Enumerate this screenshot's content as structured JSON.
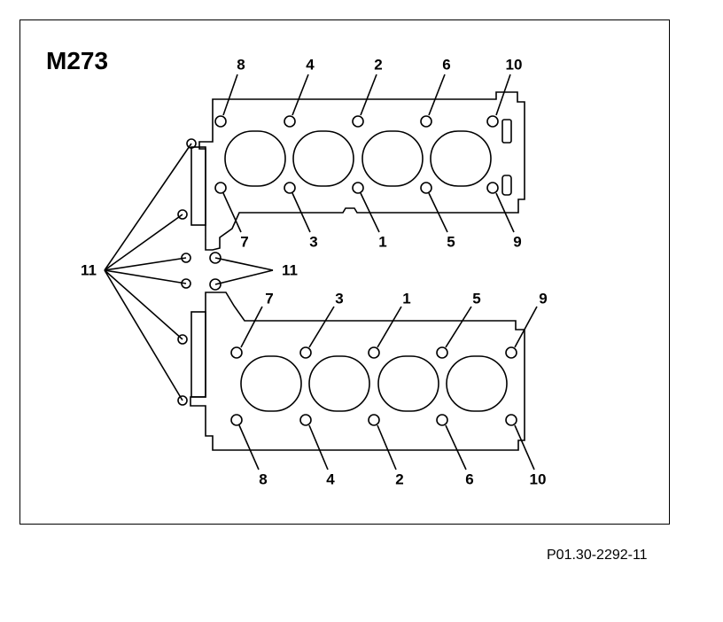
{
  "model_label": "M273",
  "figure_code": "P01.30-2292-11",
  "upper_bank": {
    "top_labels": [
      "8",
      "4",
      "2",
      "6",
      "10"
    ],
    "bottom_labels": [
      "7",
      "3",
      "1",
      "5",
      "9"
    ]
  },
  "lower_bank": {
    "top_labels": [
      "7",
      "3",
      "1",
      "5",
      "9"
    ],
    "bottom_labels": [
      "8",
      "4",
      "2",
      "6",
      "10"
    ]
  },
  "side_labels": {
    "left": "11",
    "right": "11"
  }
}
